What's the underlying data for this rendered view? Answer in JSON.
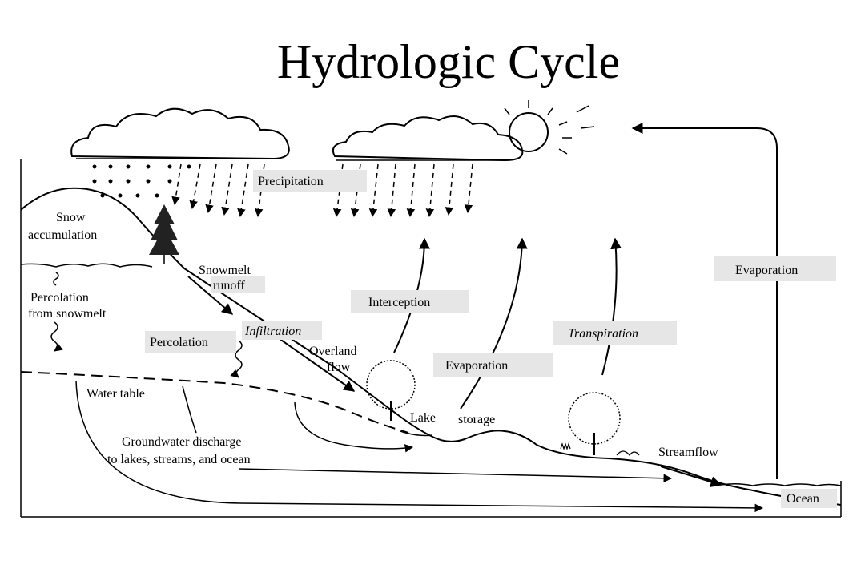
{
  "title": "Hydrologic Cycle",
  "colors": {
    "ink": "#000000",
    "label_box": "#e6e6e6",
    "background": "#ffffff"
  },
  "labels": {
    "precipitation": "Precipitation",
    "snow_accumulation_1": "Snow",
    "snow_accumulation_2": "accumulation",
    "snowmelt_runoff_1": "Snowmelt",
    "snowmelt_runoff_2": "runoff",
    "percolation_snowmelt_1": "Percolation",
    "percolation_snowmelt_2": "from snowmelt",
    "percolation": "Percolation",
    "infiltration": "Infiltration",
    "overland_flow_1": "Overland",
    "overland_flow_2": "flow",
    "interception": "Interception",
    "evaporation_lake": "Evaporation",
    "transpiration": "Transpiration",
    "evaporation_ocean": "Evaporation",
    "water_table": "Water table",
    "lake_storage_1": "Lake",
    "lake_storage_2": "storage",
    "groundwater_1": "Groundwater discharge",
    "groundwater_2": "to lakes, streams, and ocean",
    "streamflow": "Streamflow",
    "ocean": "Ocean"
  }
}
